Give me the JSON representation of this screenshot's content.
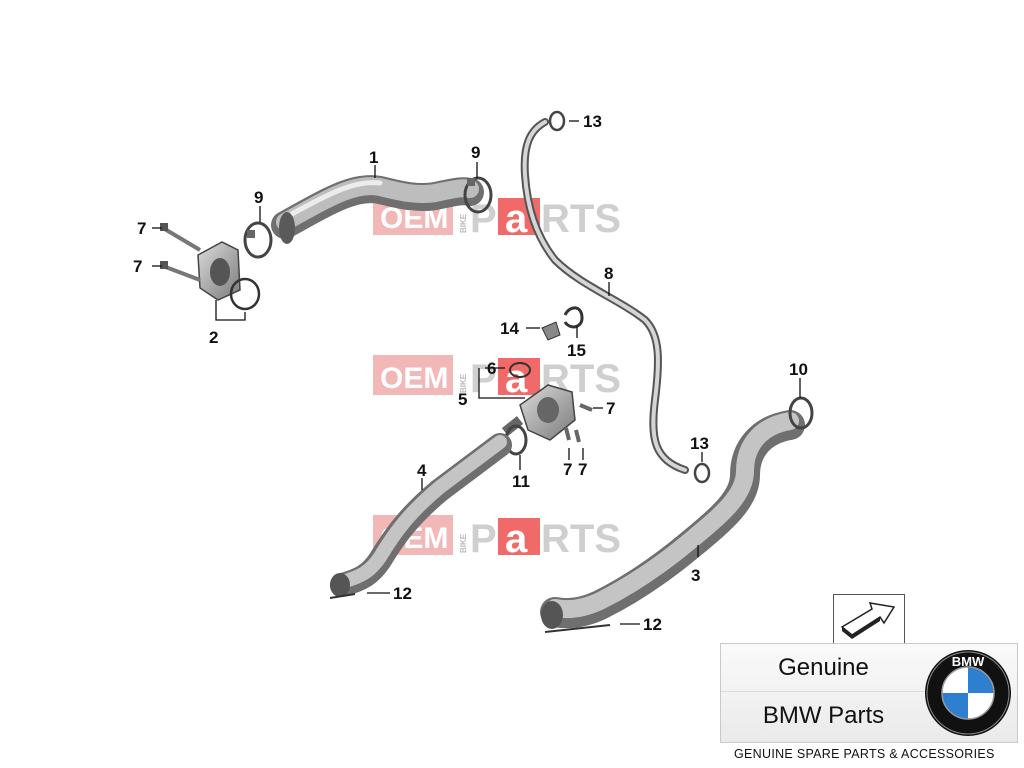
{
  "diagram": {
    "callouts": [
      {
        "id": "c1",
        "text": "1"
      },
      {
        "id": "c2",
        "text": "2"
      },
      {
        "id": "c3",
        "text": "3"
      },
      {
        "id": "c4",
        "text": "4"
      },
      {
        "id": "c5",
        "text": "5"
      },
      {
        "id": "c6",
        "text": "6"
      },
      {
        "id": "c7a",
        "text": "7"
      },
      {
        "id": "c7b",
        "text": "7"
      },
      {
        "id": "c7c",
        "text": "7"
      },
      {
        "id": "c7d",
        "text": "7"
      },
      {
        "id": "c7e",
        "text": "7"
      },
      {
        "id": "c8",
        "text": "8"
      },
      {
        "id": "c9a",
        "text": "9"
      },
      {
        "id": "c9b",
        "text": "9"
      },
      {
        "id": "c10",
        "text": "10"
      },
      {
        "id": "c11",
        "text": "11"
      },
      {
        "id": "c12a",
        "text": "12"
      },
      {
        "id": "c12b",
        "text": "12"
      },
      {
        "id": "c13a",
        "text": "13"
      },
      {
        "id": "c13b",
        "text": "13"
      },
      {
        "id": "c14",
        "text": "14"
      },
      {
        "id": "c15",
        "text": "15"
      }
    ],
    "watermark": {
      "oem": "OEM",
      "bike": "BIKE",
      "parts_p": "P",
      "parts_a": "a",
      "parts_rts": "RTS"
    }
  },
  "badge": {
    "line1": "Genuine",
    "line2": "BMW Parts",
    "logo_text": "BMW",
    "tagline": "GENUINE SPARE PARTS & ACCESSORIES"
  },
  "colors": {
    "pipe": "#9a9a9a",
    "pipe_light": "#d9d9d9",
    "watermark_red": "#f06a6a",
    "watermark_gray": "#cfcfcf",
    "bmw_blue": "#2e7fd0"
  }
}
